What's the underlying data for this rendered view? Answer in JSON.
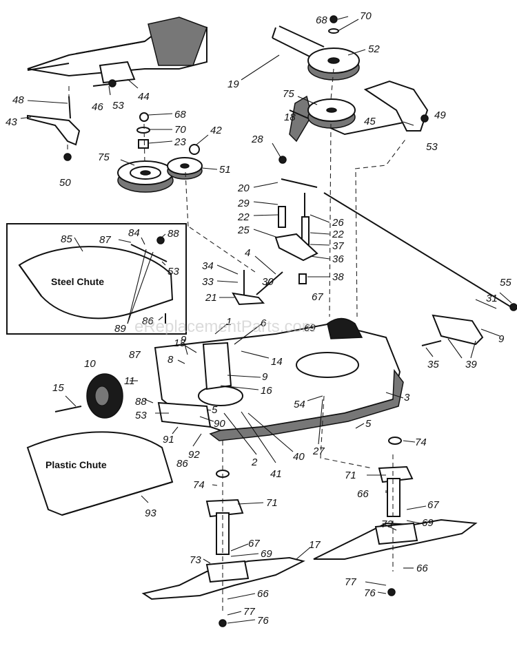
{
  "watermark": "eReplacementParts.com",
  "inset": {
    "chute_label": "Steel Chute"
  },
  "plastic_chute_label": "Plastic Chute",
  "callouts": [
    "68",
    "70",
    "52",
    "19",
    "75",
    "18",
    "45",
    "49",
    "53",
    "48",
    "46",
    "53",
    "44",
    "43",
    "50",
    "68",
    "70",
    "23",
    "42",
    "75",
    "51",
    "28",
    "20",
    "29",
    "22",
    "25",
    "26",
    "22",
    "37",
    "36",
    "4",
    "38",
    "85",
    "87",
    "84",
    "88",
    "53",
    "89",
    "86",
    "34",
    "33",
    "30",
    "21",
    "67",
    "69",
    "55",
    "31",
    "9",
    "35",
    "39",
    "13",
    "9",
    "8",
    "14",
    "9",
    "16",
    "6",
    "1",
    "10",
    "15",
    "11",
    "88",
    "53",
    "90",
    "5",
    "87",
    "91",
    "86",
    "92",
    "2",
    "41",
    "40",
    "54",
    "3",
    "27",
    "5",
    "74",
    "71",
    "66",
    "67",
    "69",
    "73",
    "74",
    "71",
    "67",
    "69",
    "73",
    "17",
    "66",
    "77",
    "76",
    "77",
    "76",
    "66",
    "93"
  ]
}
